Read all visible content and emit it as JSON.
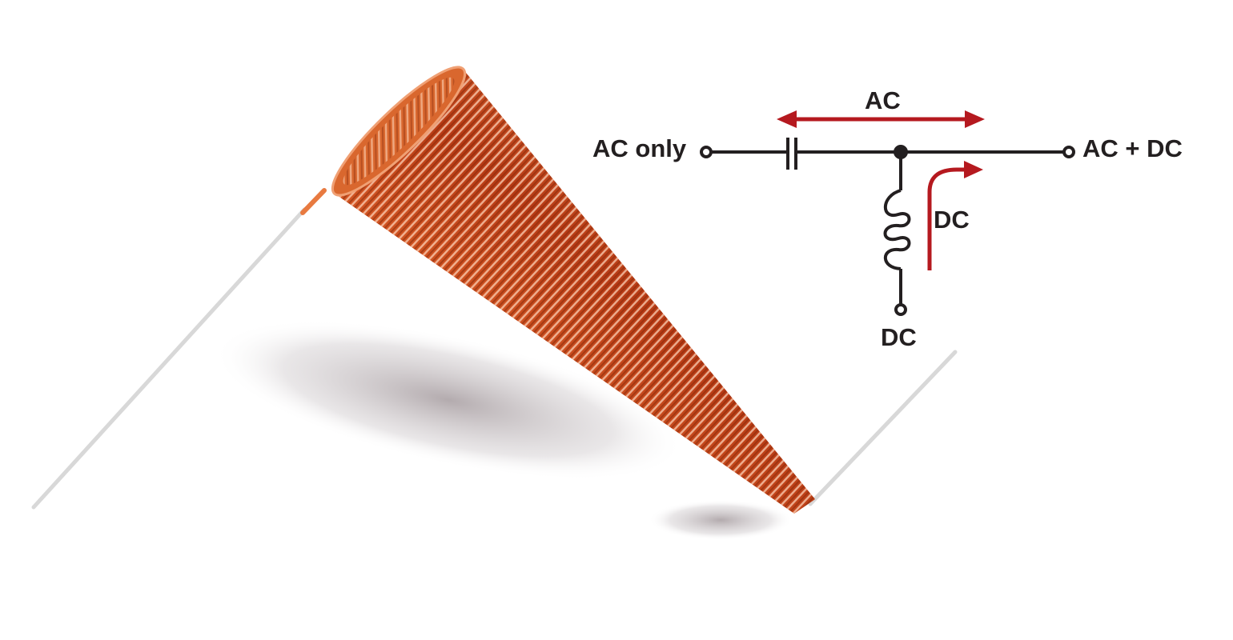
{
  "schematic": {
    "input_label": "AC only",
    "output_label": "AC + DC",
    "ac_path_label": "AC",
    "dc_path_label": "DC",
    "dc_terminal_label": "DC",
    "wire_color": "#231f20",
    "arrow_color": "#b5191f"
  },
  "photo": {
    "subject": "conical-inductor",
    "copper_color": "#d9672e"
  }
}
